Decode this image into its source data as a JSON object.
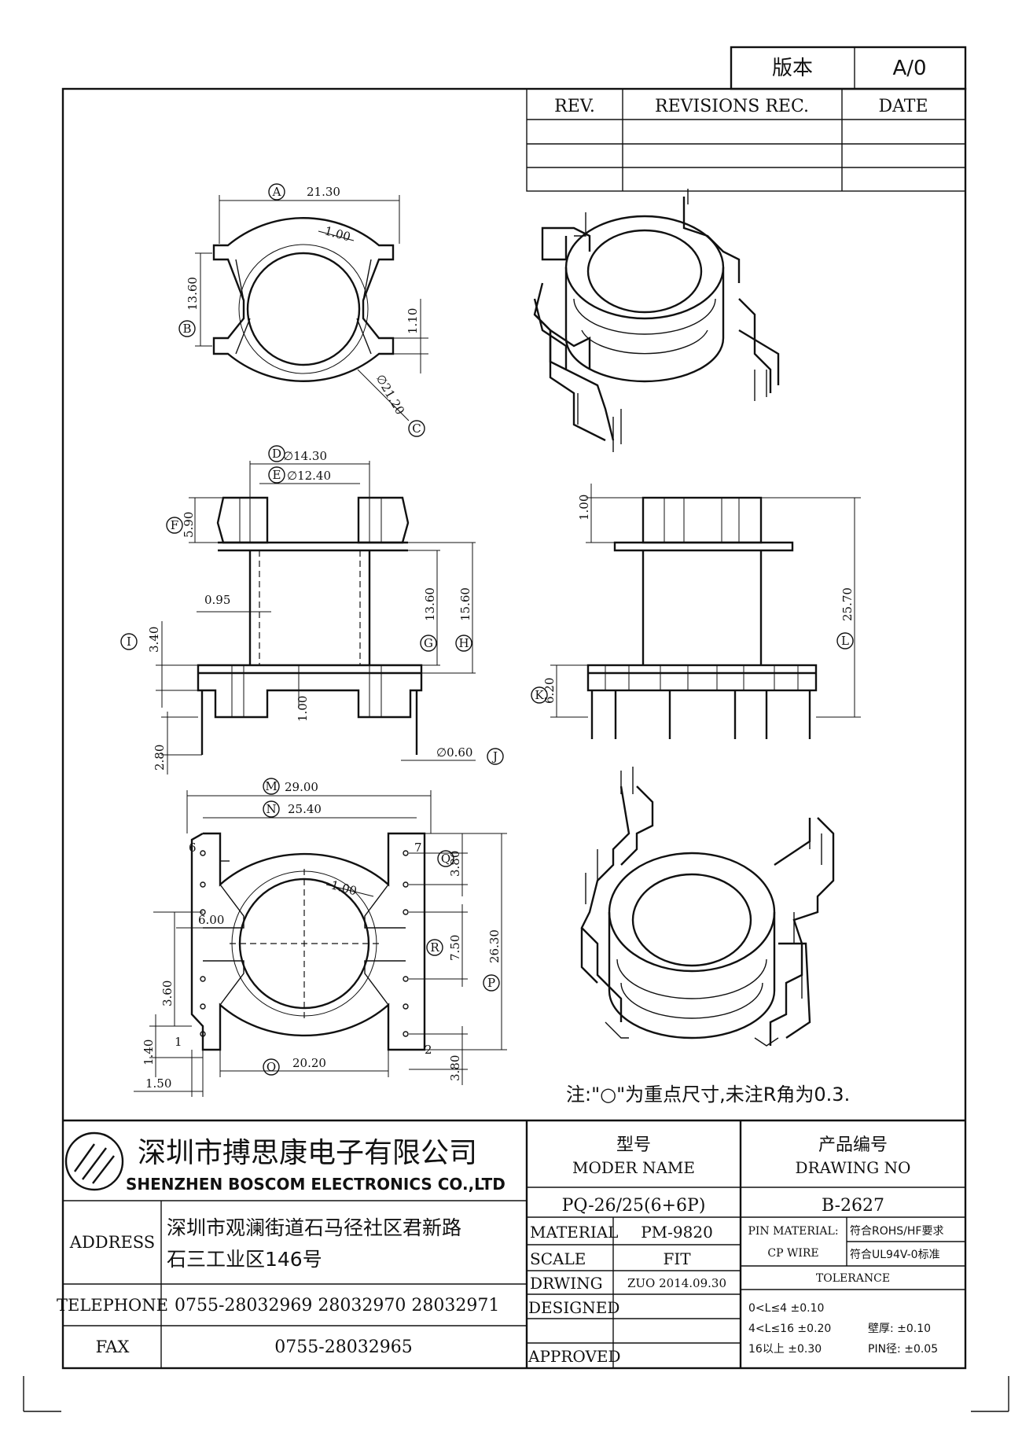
{
  "version": {
    "label": "版本",
    "value": "A/0"
  },
  "revisions": {
    "headers": [
      "REV.",
      "REVISIONS REC.",
      "DATE"
    ],
    "rows": [
      [
        "",
        "",
        ""
      ],
      [
        "",
        "",
        ""
      ],
      [
        "",
        "",
        ""
      ]
    ]
  },
  "dimensions": {
    "A": "21.30",
    "B": "13.60",
    "C": "∅21.20",
    "D": "∅14.30",
    "E": "∅12.40",
    "F": "5.90",
    "G": "13.60",
    "H": "15.60",
    "I": "3.40",
    "J": "∅0.60",
    "K": "6.20",
    "L": "25.70",
    "M": "29.00",
    "N": "25.40",
    "O": "20.20",
    "P": "26.30",
    "Q": "3.80",
    "R": "7.50",
    "wall_top": "1.00",
    "slot_top": "1.10",
    "wall_side": "0.95",
    "base_wall": "1.00",
    "pin_len": "2.80",
    "flange_front": "1.00",
    "wall_bottom": "1.00",
    "width_inner": "6.00",
    "offset_left": "3.60",
    "pin_edge_v": "1.40",
    "pin_edge_h": "1.50",
    "bottom_pitch": "3.80"
  },
  "markers": [
    "A",
    "B",
    "C",
    "D",
    "E",
    "F",
    "G",
    "H",
    "I",
    "J",
    "K",
    "L",
    "M",
    "N",
    "O",
    "P",
    "Q",
    "R"
  ],
  "pins": {
    "p6": "6",
    "p7": "7",
    "p1": "1",
    "p2": "2"
  },
  "note": "注:\"○\"为重点尺寸,未注R角为0.3.",
  "company": {
    "name_cn": "深圳市搏思康电子有限公司",
    "name_en": "SHENZHEN BOSCOM ELECTRONICS CO.,LTD"
  },
  "model": {
    "label_cn": "型号",
    "label_en": "MODER NAME",
    "value": "PQ-26/25(6+6P)"
  },
  "drawing_no": {
    "label_cn": "产品编号",
    "label_en": "DRAWING NO",
    "value": "B-2627"
  },
  "address": {
    "label": "ADDRESS",
    "line1": "深圳市观澜街道石马径社区君新路",
    "line2": "石三工业区146号"
  },
  "telephone": {
    "label": "TELEPHONE",
    "value": "0755-28032969 28032970 28032971"
  },
  "fax": {
    "label": "FAX",
    "value": "0755-28032965"
  },
  "material": {
    "label": "MATERIAL",
    "value": "PM-9820"
  },
  "scale": {
    "label": "SCALE",
    "value": "FIT"
  },
  "drwing": {
    "label": "DRWING",
    "value": "ZUO 2014.09.30"
  },
  "designed": {
    "label": "DESIGNED",
    "value": ""
  },
  "approved": {
    "label": "APPROVED",
    "value": ""
  },
  "pin_material": {
    "label1": "PIN MATERIAL:",
    "label2": "CP WIRE",
    "req1": "符合ROHS/HF要求",
    "req2": "符合UL94V-0标准"
  },
  "tolerance": {
    "label": "TOLERANCE",
    "rows": [
      "0<L≤4  ±0.10",
      "4<L≤16 ±0.20",
      "16以上   ±0.30"
    ],
    "wall": "壁厚:  ±0.10",
    "pin": "PIN径: ±0.05"
  }
}
